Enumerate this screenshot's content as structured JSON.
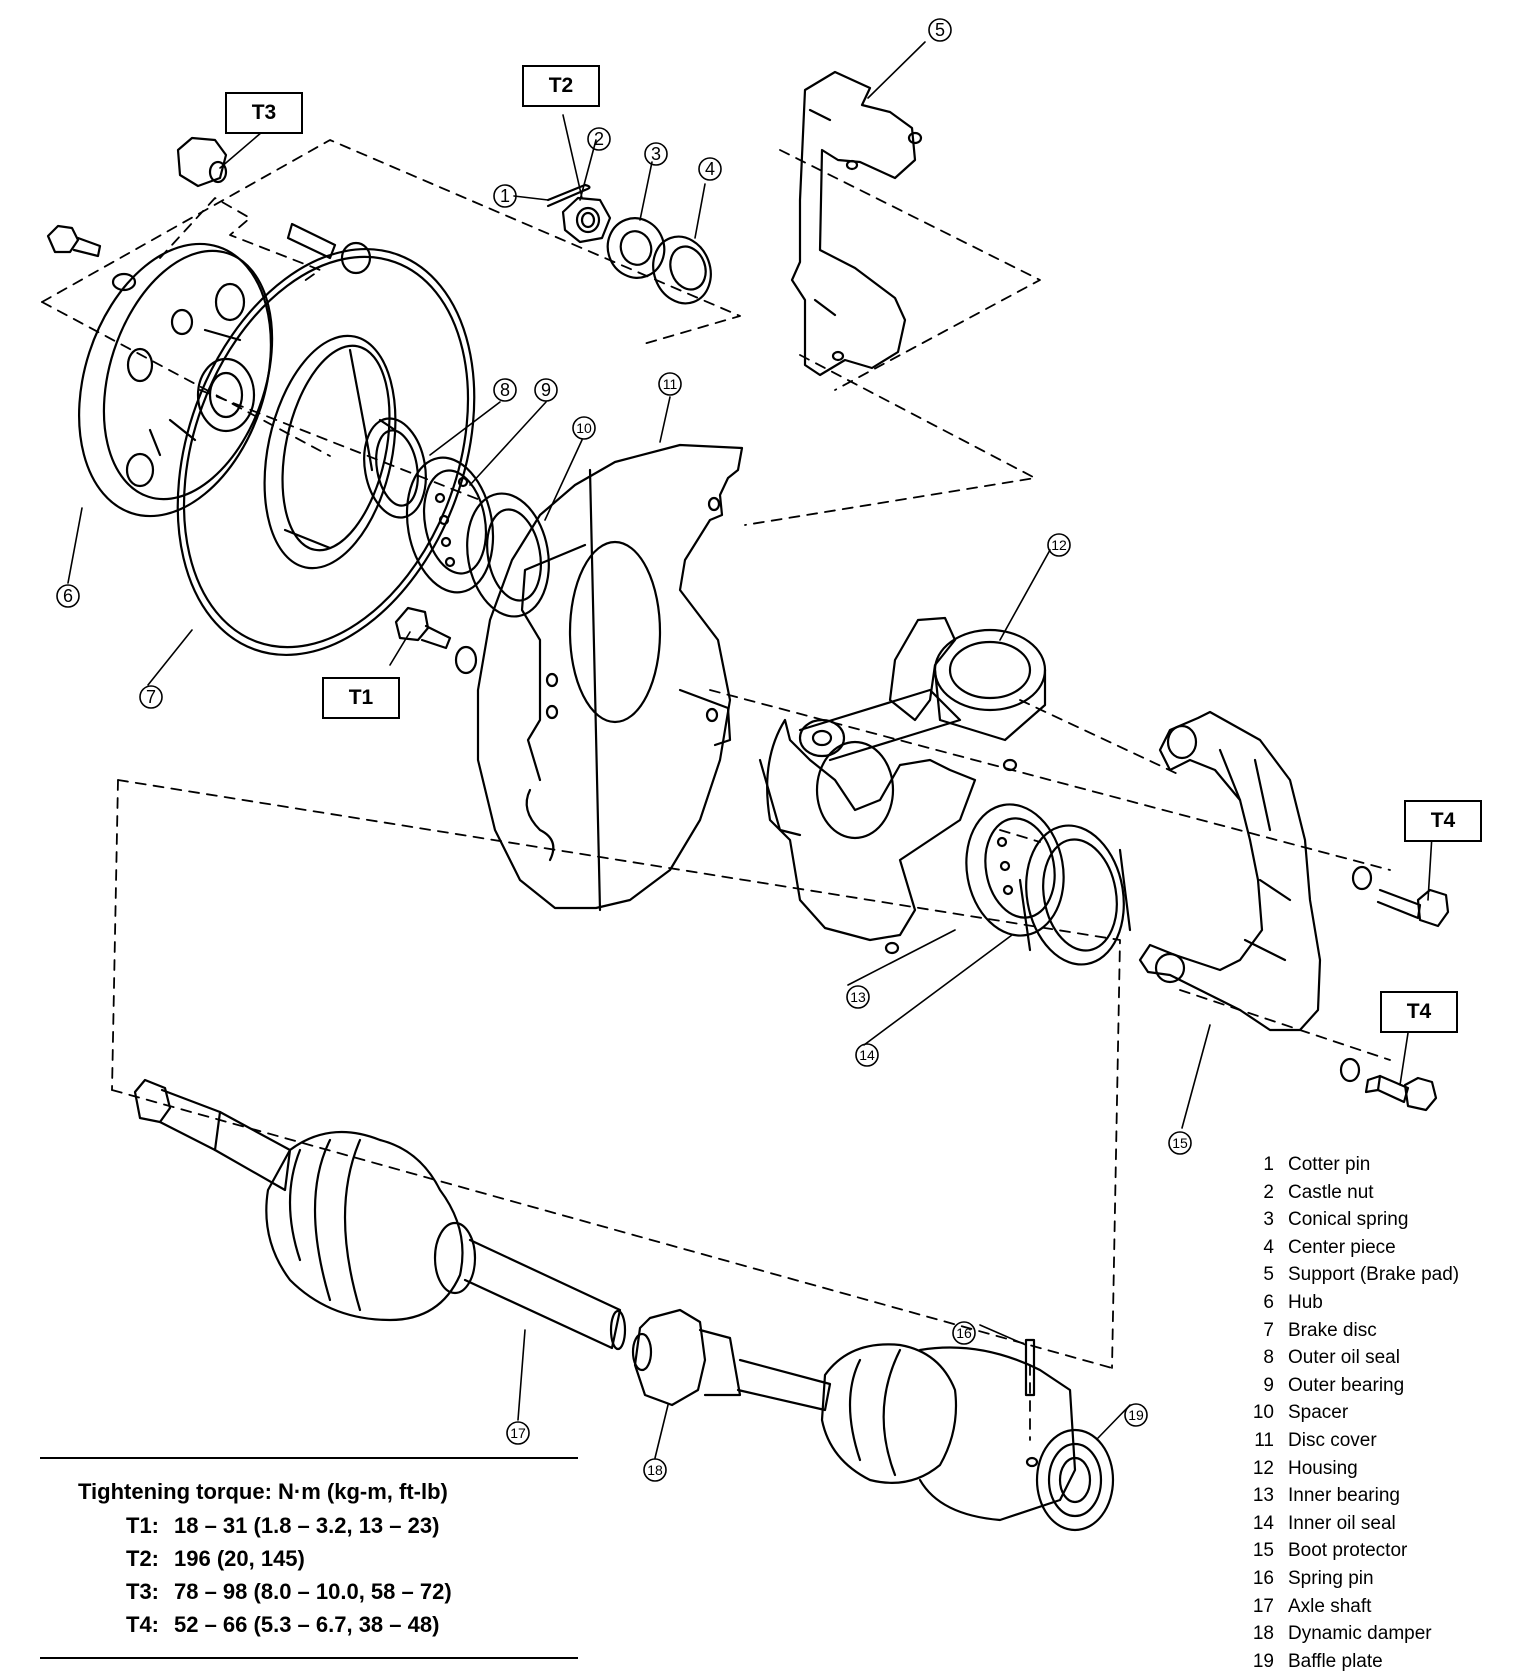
{
  "callouts": {
    "t3": "T3",
    "t2": "T2",
    "t1": "T1",
    "t4a": "T4",
    "t4b": "T4"
  },
  "part_numbers": [
    "1",
    "2",
    "3",
    "4",
    "5",
    "6",
    "7",
    "8",
    "9",
    "10",
    "11",
    "12",
    "13",
    "14",
    "15",
    "16",
    "17",
    "18",
    "19"
  ],
  "legend": [
    {
      "num": "1",
      "name": "Cotter pin"
    },
    {
      "num": "2",
      "name": "Castle nut"
    },
    {
      "num": "3",
      "name": "Conical spring"
    },
    {
      "num": "4",
      "name": "Center piece"
    },
    {
      "num": "5",
      "name": "Support (Brake pad)"
    },
    {
      "num": "6",
      "name": "Hub"
    },
    {
      "num": "7",
      "name": "Brake disc"
    },
    {
      "num": "8",
      "name": "Outer oil seal"
    },
    {
      "num": "9",
      "name": "Outer bearing"
    },
    {
      "num": "10",
      "name": "Spacer"
    },
    {
      "num": "11",
      "name": "Disc cover"
    },
    {
      "num": "12",
      "name": "Housing"
    },
    {
      "num": "13",
      "name": "Inner bearing"
    },
    {
      "num": "14",
      "name": "Inner oil seal"
    },
    {
      "num": "15",
      "name": "Boot protector"
    },
    {
      "num": "16",
      "name": "Spring pin"
    },
    {
      "num": "17",
      "name": "Axle shaft"
    },
    {
      "num": "18",
      "name": "Dynamic damper"
    },
    {
      "num": "19",
      "name": "Baffle plate"
    }
  ],
  "torque": {
    "heading": "Tightening torque:  N·m (kg-m, ft-lb)",
    "rows": [
      {
        "label": "T1:",
        "value": "18 – 31 (1.8 – 3.2, 13 – 23)"
      },
      {
        "label": "T2:",
        "value": "196 (20, 145)"
      },
      {
        "label": "T3:",
        "value": "78 – 98 (8.0 – 10.0, 58 – 72)"
      },
      {
        "label": "T4:",
        "value": "52 – 66 (5.3 – 6.7, 38 – 48)"
      }
    ]
  }
}
